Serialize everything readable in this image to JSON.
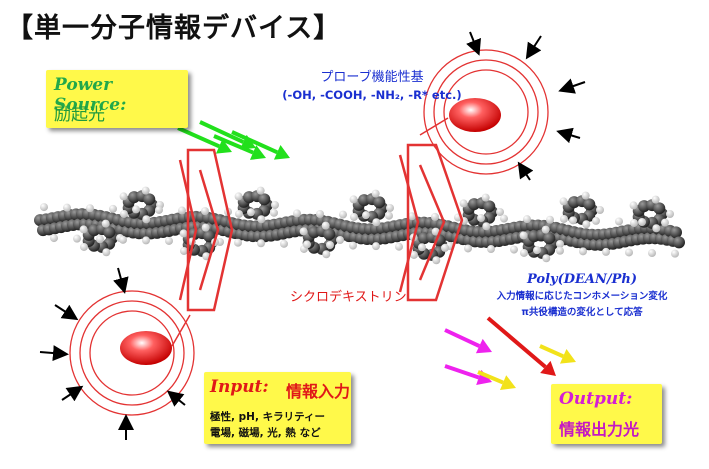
{
  "title": "【単一分子情報デバイス】",
  "power_source": {
    "label_en": "Power Source:",
    "label_jp": "励起光"
  },
  "probe": {
    "line1": "プローブ機能性基",
    "line2": "(-OH, -COOH, -NH₂, -R* etc.)"
  },
  "cyclodextrin": "シクロデキストリン",
  "polymer": {
    "title": "Poly(DEAN/Ph)",
    "desc1": "入力情報に応じたコンホメーション変化",
    "desc2": "π共役構造の変化として応答"
  },
  "input": {
    "label_en": "Input:",
    "label_jp": "情報入力",
    "detail1": "極性, pH, キラリティー",
    "detail2": "電場, 磁場, 光, 熱 など"
  },
  "output": {
    "label_en": "Output:",
    "label_jp": "情報出力光"
  },
  "colors": {
    "power_arrow": "#22e01c",
    "output_arrow_red": "#e01818",
    "output_arrow_magenta": "#ee22ee",
    "output_arrow_yellow": "#f2e21a",
    "box_fill": "#fff94a",
    "ring": "#e33333"
  }
}
